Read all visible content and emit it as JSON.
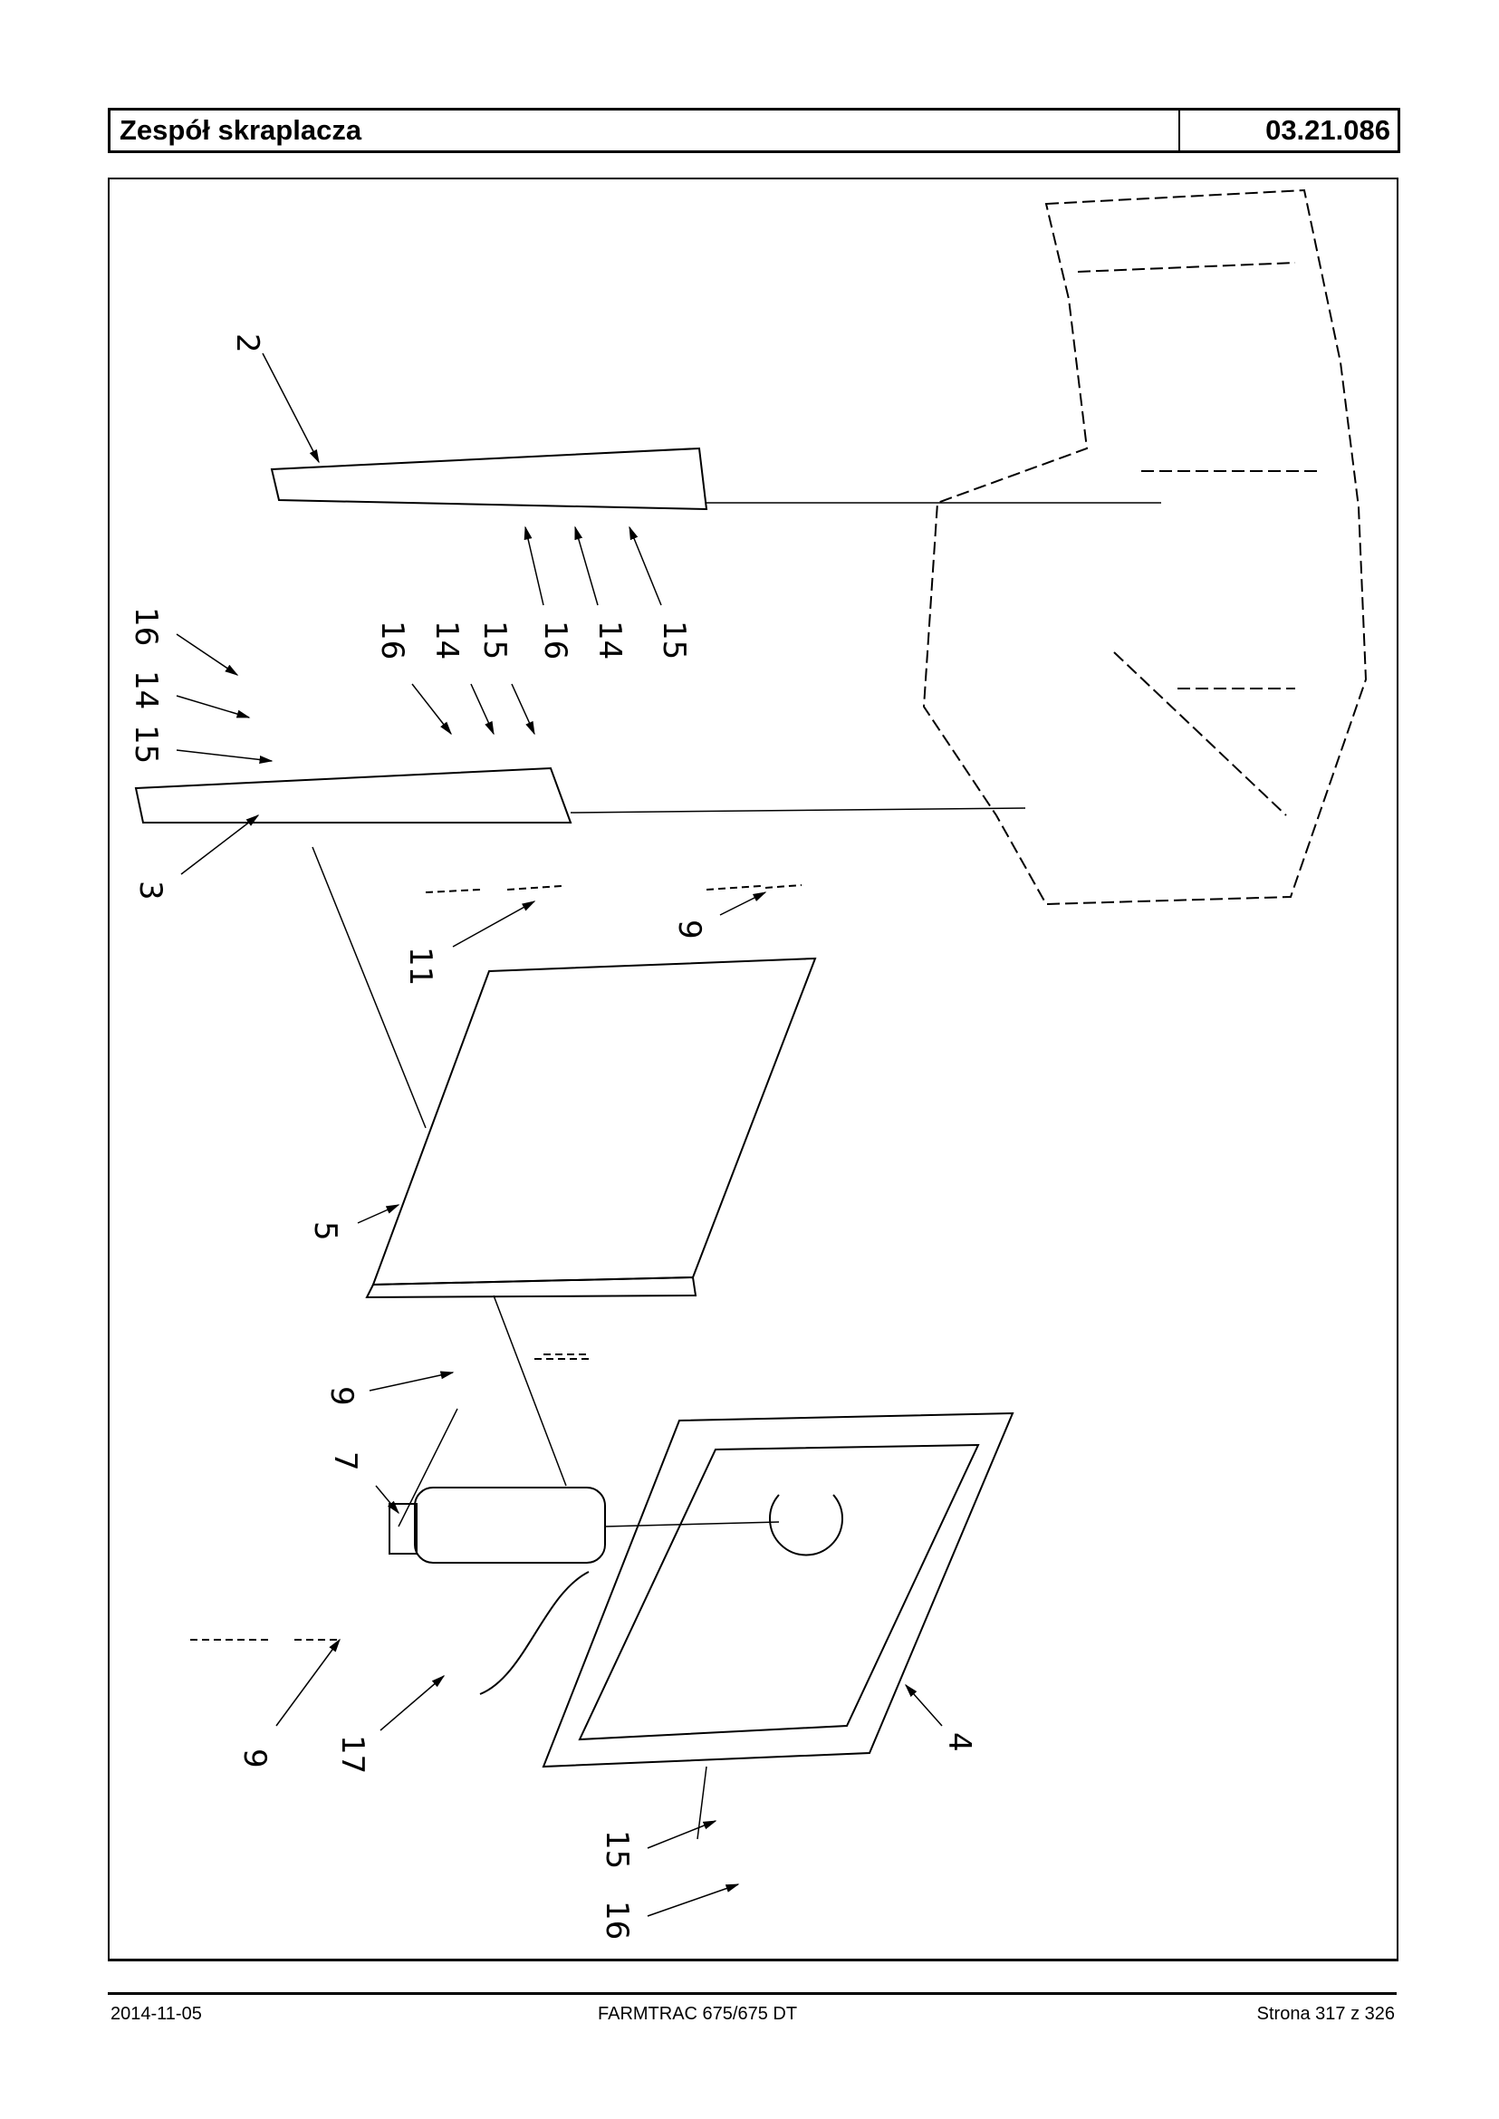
{
  "header": {
    "title": "Zespół skraplacza",
    "code": "03.21.086"
  },
  "callouts": [
    "2",
    "16",
    "14",
    "15",
    "3",
    "16",
    "14",
    "15",
    "16",
    "14",
    "15",
    "11",
    "9",
    "5",
    "9",
    "7",
    "9",
    "17",
    "4",
    "15",
    "16"
  ],
  "footer": {
    "date": "2014-11-05",
    "model": "FARMTRAC 675/675 DT",
    "page": "Strona 317 z 326"
  }
}
